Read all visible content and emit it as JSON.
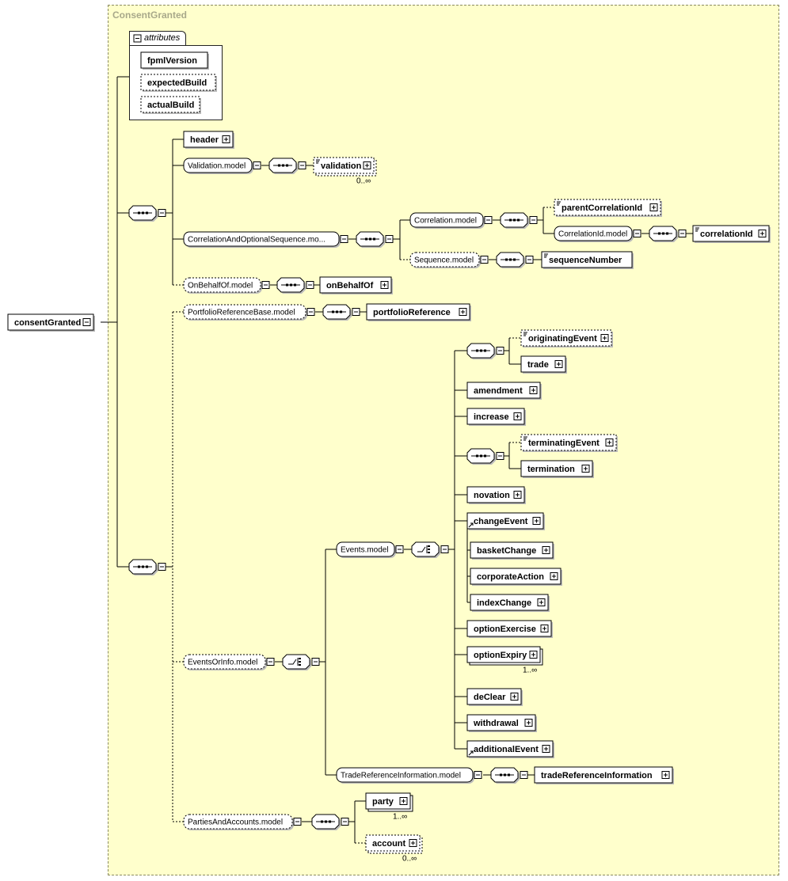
{
  "diagram": {
    "complex_type": "ConsentGranted",
    "root_element": "consentGranted",
    "attributes_group_label": "attributes",
    "attributes": [
      "fpmlVersion",
      "expectedBuild",
      "actualBuild"
    ],
    "elements": {
      "header": "header",
      "validation": "validation",
      "parentCorrelationId": "parentCorrelationId",
      "correlationId": "correlationId",
      "sequenceNumber": "sequenceNumber",
      "onBehalfOf": "onBehalfOf",
      "portfolioReference": "portfolioReference",
      "originatingEvent": "originatingEvent",
      "trade": "trade",
      "amendment": "amendment",
      "increase": "increase",
      "terminatingEvent": "terminatingEvent",
      "termination": "termination",
      "novation": "novation",
      "changeEvent": "changeEvent",
      "basketChange": "basketChange",
      "corporateAction": "corporateAction",
      "indexChange": "indexChange",
      "optionExercise": "optionExercise",
      "optionExpiry": "optionExpiry",
      "deClear": "deClear",
      "withdrawal": "withdrawal",
      "additionalEvent": "additionalEvent",
      "tradeReferenceInformation": "tradeReferenceInformation",
      "party": "party",
      "account": "account"
    },
    "groups": {
      "validation_model": "Validation.model",
      "correlation_and_optional_sequence": "CorrelationAndOptionalSequence.mo...",
      "correlation_model": "Correlation.model",
      "correlation_id_model": "CorrelationId.model",
      "sequence_model": "Sequence.model",
      "on_behalf_of_model": "OnBehalfOf.model",
      "portfolio_reference_base": "PortfolioReferenceBase.model",
      "events_or_info": "EventsOrInfo.model",
      "events_model": "Events.model",
      "trade_reference_information_model": "TradeReferenceInformation.model",
      "parties_and_accounts": "PartiesAndAccounts.model"
    },
    "cardinalities": {
      "validation": "0..∞",
      "option_expiry": "1..∞",
      "party": "1..∞",
      "account": "0..∞"
    }
  }
}
